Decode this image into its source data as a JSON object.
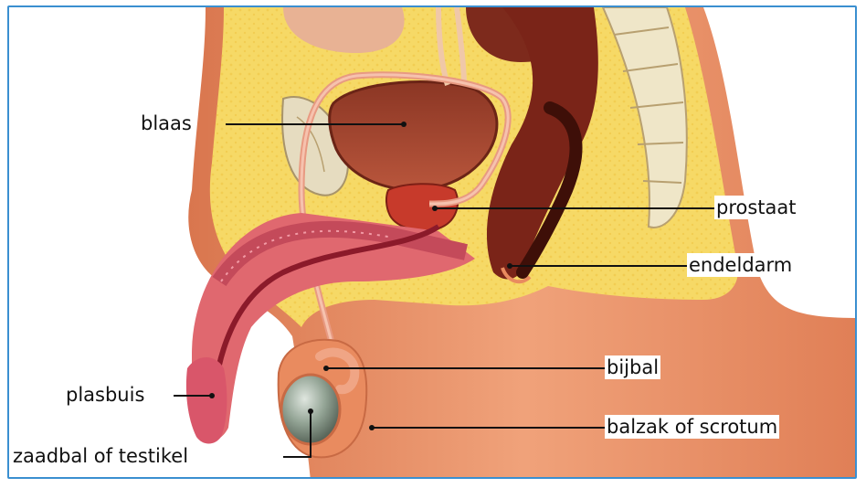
{
  "labels": {
    "bladder": "blaas",
    "prostate": "prostaat",
    "rectum": "endeldarm",
    "epididymis": "bijbal",
    "urethra": "plasbuis",
    "scrotum": "balzak of scrotum",
    "testicle": "zaadbal of testikel"
  },
  "colors": {
    "frame_border": "#3a8fd0",
    "skin": "#e98b5f",
    "fat": "#f6d966",
    "bladder": "#a3452f",
    "prostate": "#c73a2b",
    "rectum": "#7a2418",
    "penis": "#e0686f",
    "testicle": "#8b9a8c"
  }
}
